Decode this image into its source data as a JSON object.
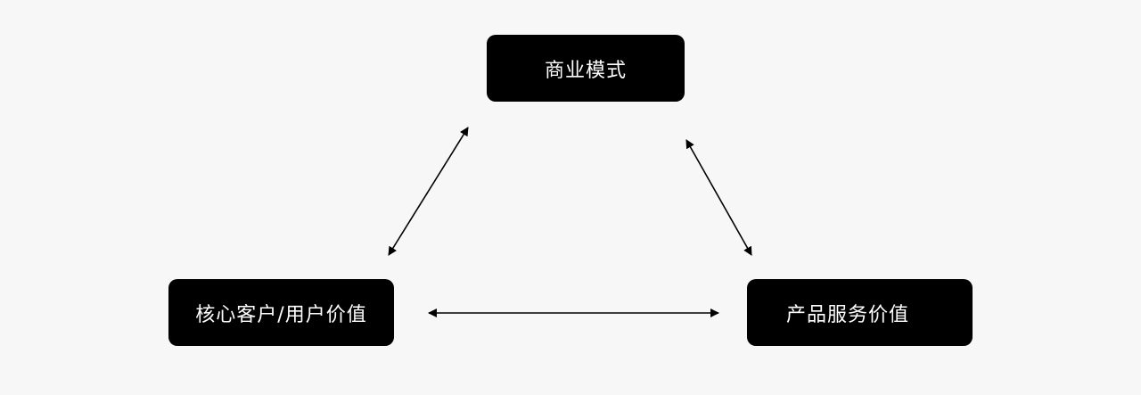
{
  "diagram": {
    "nodes": {
      "top": {
        "label": "商业模式"
      },
      "left": {
        "label": "核心客户/用户价值"
      },
      "right": {
        "label": "产品服务价值"
      }
    },
    "edges": [
      {
        "from": "left",
        "to": "top",
        "direction": "both"
      },
      {
        "from": "top",
        "to": "right",
        "direction": "both"
      },
      {
        "from": "left",
        "to": "right",
        "direction": "both"
      }
    ]
  }
}
